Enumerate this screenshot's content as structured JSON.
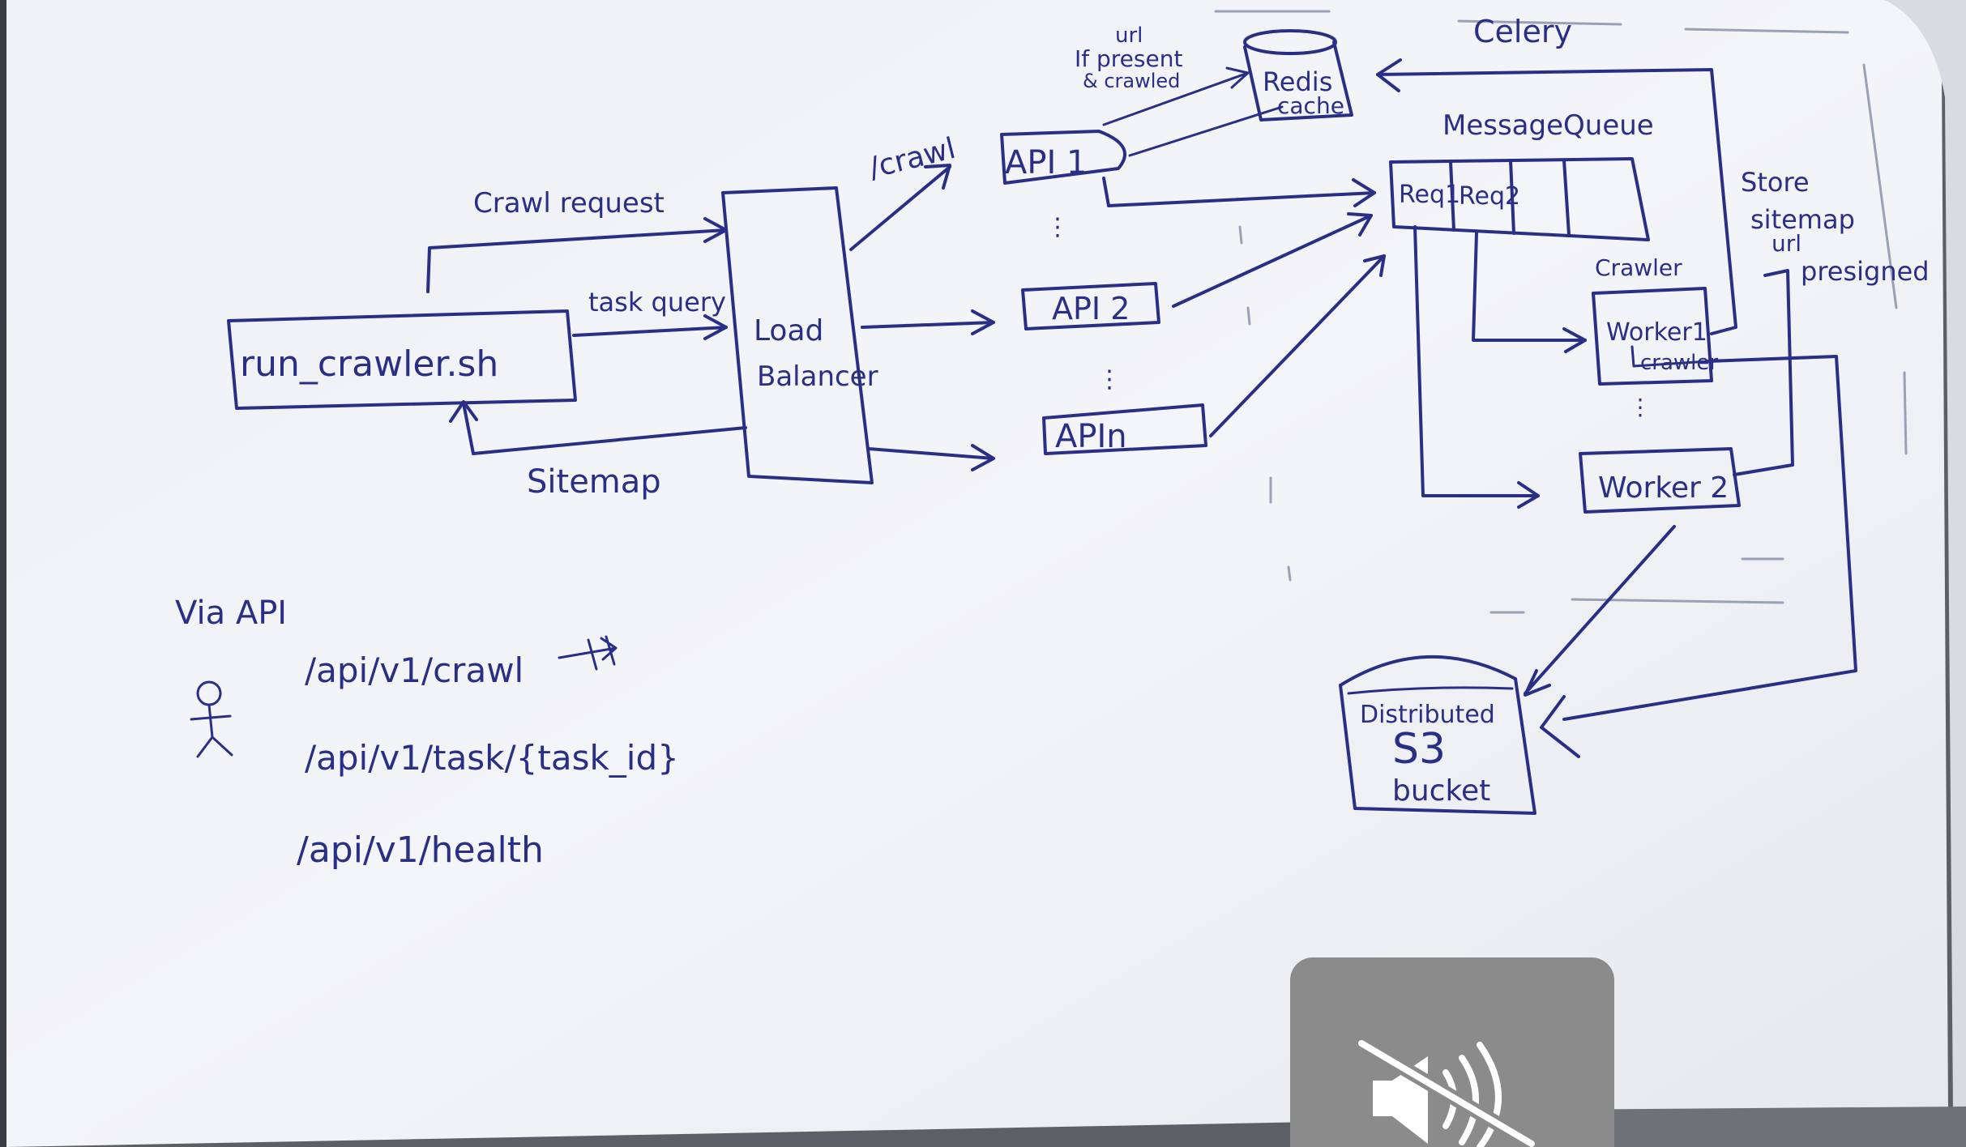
{
  "client": {
    "label": "run_crawler.sh"
  },
  "flows": {
    "crawl_request": "Crawl request",
    "task_query": "task query",
    "sitemap": "Sitemap",
    "crawl": "/crawl",
    "url_check_top": "url",
    "url_check_mid": "If present",
    "url_check_bot": "& crawled"
  },
  "load_balancer": {
    "line1": "Load",
    "line2": "Balancer"
  },
  "apis": {
    "api1": "API 1",
    "api2": "API 2",
    "apin": "APIn"
  },
  "cache": {
    "line1": "Redis",
    "line2": "cache"
  },
  "queue": {
    "title": "MessageQueue",
    "slot1": "Req1",
    "slot2": "Req2"
  },
  "celery": "Celery",
  "workers": {
    "crawler_label": "Crawler",
    "worker1_line1": "Worker1",
    "worker1_line2": "crawler",
    "worker2": "Worker 2"
  },
  "store_note": {
    "line1": "Store",
    "line2": "sitemap",
    "line3": "url",
    "line4": "presigned"
  },
  "storage": {
    "line1": "Distributed",
    "line2": "S3",
    "line3": "bucket"
  },
  "api_section": {
    "title": "Via API",
    "endpoints": [
      "/api/v1/crawl",
      "/api/v1/task/{task_id}",
      "/api/v1/health"
    ]
  },
  "colors": {
    "ink": "#2a2f86",
    "paper": "#f1f2f6",
    "overlay": "#8b8b8b"
  },
  "icons": {
    "actor": "stick-figure-icon",
    "mute": "speaker-muted-icon"
  }
}
